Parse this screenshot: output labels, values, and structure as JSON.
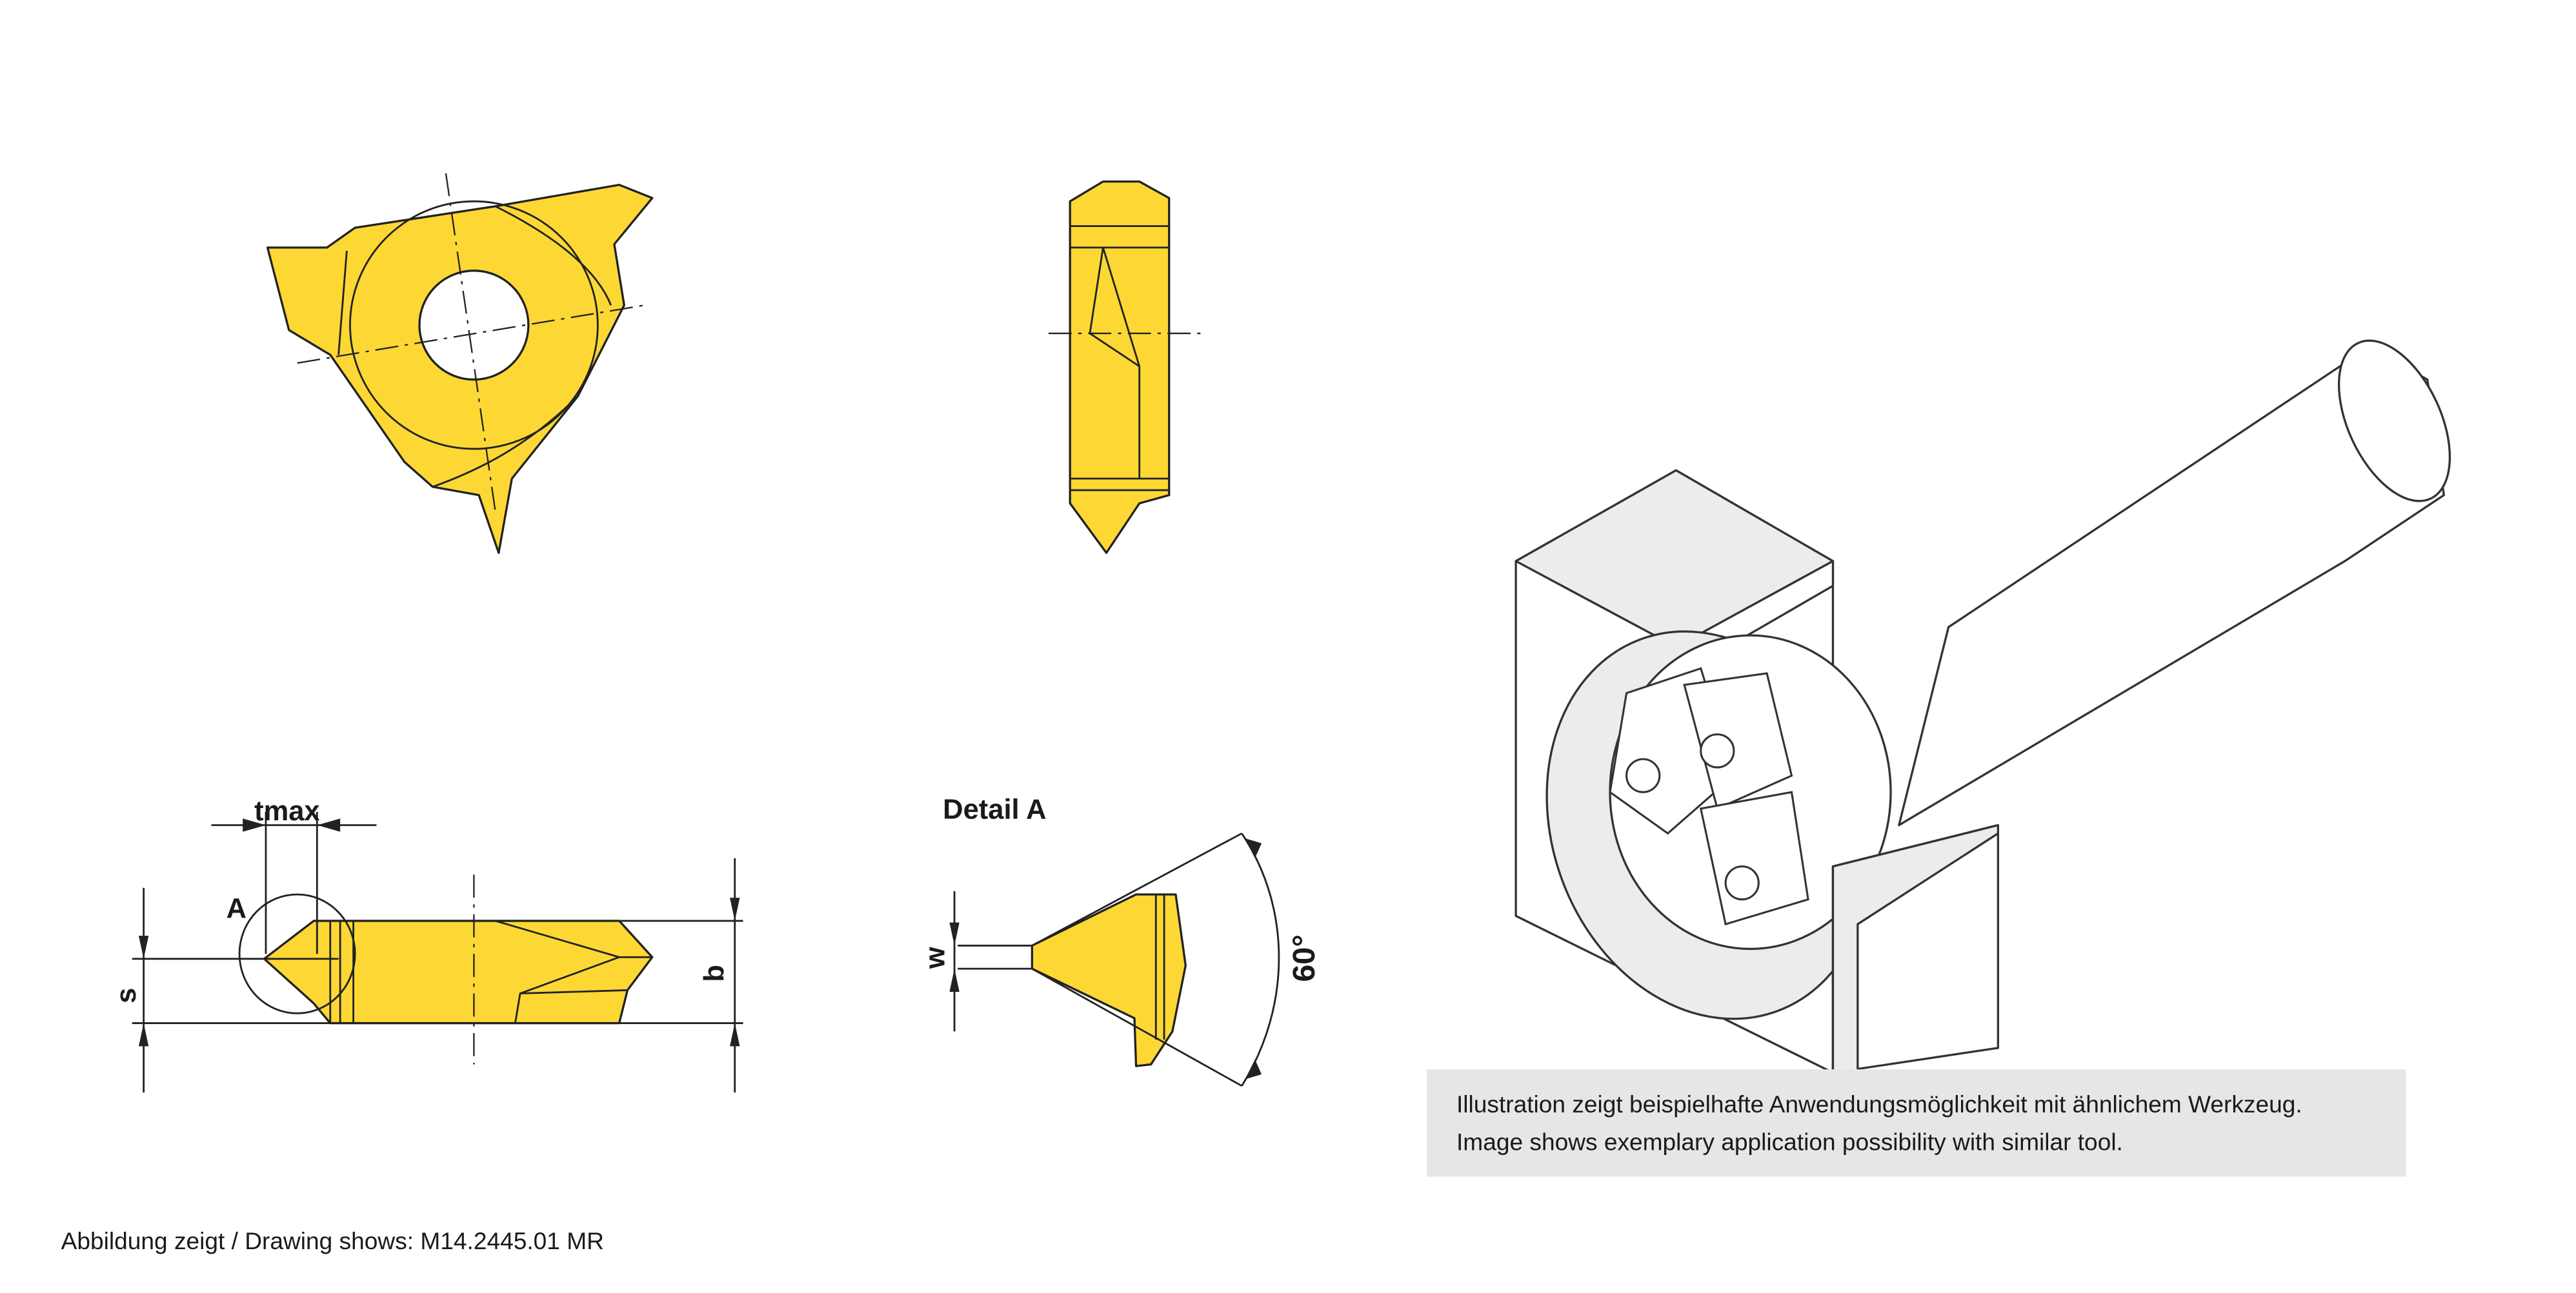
{
  "drawing": {
    "labels": {
      "tmax": "tmax",
      "detail_marker": "A",
      "s": "s",
      "b": "b",
      "detail_title": "Detail A",
      "w": "w",
      "angle": "60°"
    },
    "insert_color": "#fdd835"
  },
  "illustration": {
    "caption_de": "Illustration zeigt beispielhafte Anwendungsmöglichkeit mit ähnlichem Werkzeug.",
    "caption_en": "Image shows exemplary application possibility with similar tool."
  },
  "footer": {
    "drawing_note": "Abbildung zeigt / Drawing shows: M14.2445.01 MR"
  }
}
